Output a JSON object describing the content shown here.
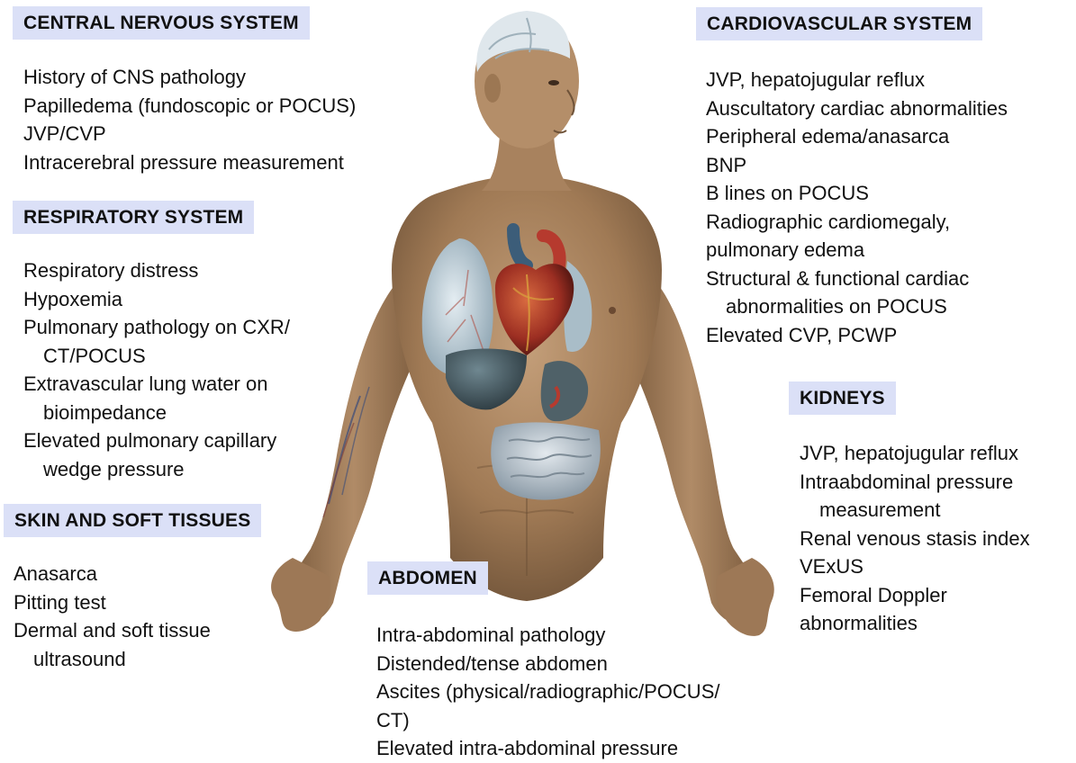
{
  "sections": {
    "cns": {
      "title": "CENTRAL NERVOUS SYSTEM",
      "items": [
        "History of CNS pathology",
        "Papilledema (fundoscopic or POCUS)",
        "JVP/CVP",
        "Intracerebral pressure measurement"
      ]
    },
    "respiratory": {
      "title": "RESPIRATORY SYSTEM",
      "items": [
        "Respiratory distress",
        "Hypoxemia",
        "Pulmonary pathology on CXR/",
        "CT/POCUS",
        "Extravascular lung water on",
        "bioimpedance",
        "Elevated pulmonary capillary",
        "wedge pressure"
      ]
    },
    "skin": {
      "title": "SKIN AND SOFT TISSUES",
      "items": [
        "Anasarca",
        "Pitting test",
        "Dermal and soft tissue",
        "ultrasound"
      ]
    },
    "abdomen": {
      "title": "ABDOMEN",
      "items": [
        "Intra-abdominal pathology",
        "Distended/tense abdomen",
        "Ascites (physical/radiographic/POCUS/",
        "CT)",
        "Elevated intra-abdominal pressure"
      ]
    },
    "cardio": {
      "title": "CARDIOVASCULAR SYSTEM",
      "items": [
        "JVP, hepatojugular reflux",
        "Auscultatory cardiac abnormalities",
        "Peripheral edema/anasarca",
        "BNP",
        "B lines on POCUS",
        "Radiographic cardiomegaly,",
        "pulmonary edema",
        "Structural & functional cardiac",
        "abnormalities on POCUS",
        "Elevated CVP, PCWP"
      ]
    },
    "kidneys": {
      "title": "KIDNEYS",
      "items": [
        "JVP, hepatojugular reflux",
        "Intraabdominal pressure",
        "measurement",
        "Renal venous stasis index",
        "VExUS",
        "Femoral Doppler",
        "abnormalities"
      ]
    }
  },
  "colors": {
    "header_bg": "#dbe0f7",
    "text": "#111111",
    "skin": "#b08b67",
    "lung": "#c9d8e0",
    "heart": "#a8322a",
    "liver": "#3e4f57",
    "intestine": "#c5ced6"
  },
  "icons": {
    "figure": "human-anatomy-illustration"
  }
}
